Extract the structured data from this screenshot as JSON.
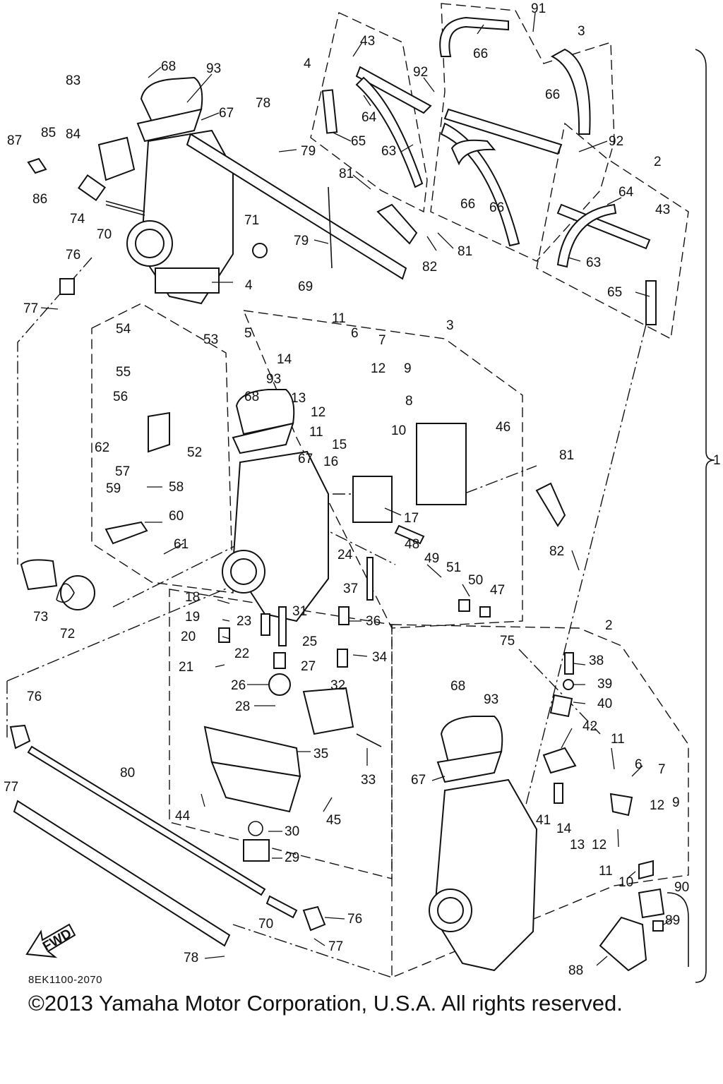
{
  "diagram_code": "8EK1100-2070",
  "copyright": "©2013 Yamaha Motor Corporation, U.S.A. All rights reserved.",
  "fwd_label": "FWD",
  "callouts": [
    {
      "id": "c91",
      "text": "91"
    },
    {
      "id": "c3a",
      "text": "3"
    },
    {
      "id": "c66a",
      "text": "66"
    },
    {
      "id": "c66b",
      "text": "66"
    },
    {
      "id": "c43a",
      "text": "43"
    },
    {
      "id": "c4a",
      "text": "4"
    },
    {
      "id": "c92a",
      "text": "92"
    },
    {
      "id": "c64a",
      "text": "64"
    },
    {
      "id": "c65a",
      "text": "65"
    },
    {
      "id": "c63a",
      "text": "63"
    },
    {
      "id": "c92b",
      "text": "92"
    },
    {
      "id": "c2a",
      "text": "2"
    },
    {
      "id": "c81a",
      "text": "81"
    },
    {
      "id": "c66c",
      "text": "66"
    },
    {
      "id": "c66d",
      "text": "66"
    },
    {
      "id": "c64b",
      "text": "64"
    },
    {
      "id": "c43b",
      "text": "43"
    },
    {
      "id": "c81b",
      "text": "81"
    },
    {
      "id": "c82a",
      "text": "82"
    },
    {
      "id": "c63b",
      "text": "63"
    },
    {
      "id": "c65b",
      "text": "65"
    },
    {
      "id": "c68a",
      "text": "68"
    },
    {
      "id": "c93a",
      "text": "93"
    },
    {
      "id": "c83",
      "text": "83"
    },
    {
      "id": "c67a",
      "text": "67"
    },
    {
      "id": "c78a",
      "text": "78"
    },
    {
      "id": "c79a",
      "text": "79"
    },
    {
      "id": "c87",
      "text": "87"
    },
    {
      "id": "c85",
      "text": "85"
    },
    {
      "id": "c84",
      "text": "84"
    },
    {
      "id": "c86",
      "text": "86"
    },
    {
      "id": "c74",
      "text": "74"
    },
    {
      "id": "c70a",
      "text": "70"
    },
    {
      "id": "c71",
      "text": "71"
    },
    {
      "id": "c79b",
      "text": "79"
    },
    {
      "id": "c76a",
      "text": "76"
    },
    {
      "id": "c4b",
      "text": "4"
    },
    {
      "id": "c77a",
      "text": "77"
    },
    {
      "id": "c69",
      "text": "69"
    },
    {
      "id": "c11a",
      "text": "11"
    },
    {
      "id": "c3b",
      "text": "3"
    },
    {
      "id": "c5",
      "text": "5"
    },
    {
      "id": "c6a",
      "text": "6"
    },
    {
      "id": "c7a",
      "text": "7"
    },
    {
      "id": "c54",
      "text": "54"
    },
    {
      "id": "c53",
      "text": "53"
    },
    {
      "id": "c14a",
      "text": "14"
    },
    {
      "id": "c12a",
      "text": "12"
    },
    {
      "id": "c9a",
      "text": "9"
    },
    {
      "id": "c55",
      "text": "55"
    },
    {
      "id": "c93b",
      "text": "93"
    },
    {
      "id": "c13a",
      "text": "13"
    },
    {
      "id": "c56",
      "text": "56"
    },
    {
      "id": "c68b",
      "text": "68"
    },
    {
      "id": "c12b",
      "text": "12"
    },
    {
      "id": "c8",
      "text": "8"
    },
    {
      "id": "c11b",
      "text": "11"
    },
    {
      "id": "c10a",
      "text": "10"
    },
    {
      "id": "c46",
      "text": "46"
    },
    {
      "id": "c62",
      "text": "62"
    },
    {
      "id": "c52",
      "text": "52"
    },
    {
      "id": "c15",
      "text": "15"
    },
    {
      "id": "c67b",
      "text": "67"
    },
    {
      "id": "c16",
      "text": "16"
    },
    {
      "id": "c81c",
      "text": "81"
    },
    {
      "id": "c1",
      "text": "1"
    },
    {
      "id": "c57",
      "text": "57"
    },
    {
      "id": "c59",
      "text": "59"
    },
    {
      "id": "c58",
      "text": "58"
    },
    {
      "id": "c60",
      "text": "60"
    },
    {
      "id": "c17",
      "text": "17"
    },
    {
      "id": "c61",
      "text": "61"
    },
    {
      "id": "c82b",
      "text": "82"
    },
    {
      "id": "c24",
      "text": "24"
    },
    {
      "id": "c48",
      "text": "48"
    },
    {
      "id": "c49",
      "text": "49"
    },
    {
      "id": "c51",
      "text": "51"
    },
    {
      "id": "c50",
      "text": "50"
    },
    {
      "id": "c47",
      "text": "47"
    },
    {
      "id": "c18",
      "text": "18"
    },
    {
      "id": "c37",
      "text": "37"
    },
    {
      "id": "c19",
      "text": "19"
    },
    {
      "id": "c23",
      "text": "23"
    },
    {
      "id": "c31",
      "text": "31"
    },
    {
      "id": "c36",
      "text": "36"
    },
    {
      "id": "c73",
      "text": "73"
    },
    {
      "id": "c72",
      "text": "72"
    },
    {
      "id": "c20",
      "text": "20"
    },
    {
      "id": "c2b",
      "text": "2"
    },
    {
      "id": "c25",
      "text": "25"
    },
    {
      "id": "c75",
      "text": "75"
    },
    {
      "id": "c38",
      "text": "38"
    },
    {
      "id": "c22",
      "text": "22"
    },
    {
      "id": "c34",
      "text": "34"
    },
    {
      "id": "c21",
      "text": "21"
    },
    {
      "id": "c27",
      "text": "27"
    },
    {
      "id": "c39",
      "text": "39"
    },
    {
      "id": "c26",
      "text": "26"
    },
    {
      "id": "c32",
      "text": "32"
    },
    {
      "id": "c68c",
      "text": "68"
    },
    {
      "id": "c93c",
      "text": "93"
    },
    {
      "id": "c40",
      "text": "40"
    },
    {
      "id": "c76b",
      "text": "76"
    },
    {
      "id": "c28",
      "text": "28"
    },
    {
      "id": "c42",
      "text": "42"
    },
    {
      "id": "c35",
      "text": "35"
    },
    {
      "id": "c11c",
      "text": "11"
    },
    {
      "id": "c6b",
      "text": "6"
    },
    {
      "id": "c7b",
      "text": "7"
    },
    {
      "id": "c80",
      "text": "80"
    },
    {
      "id": "c33",
      "text": "33"
    },
    {
      "id": "c67c",
      "text": "67"
    },
    {
      "id": "c77b",
      "text": "77"
    },
    {
      "id": "c12c",
      "text": "12"
    },
    {
      "id": "c9b",
      "text": "9"
    },
    {
      "id": "c41",
      "text": "41"
    },
    {
      "id": "c14b",
      "text": "14"
    },
    {
      "id": "c13b",
      "text": "13"
    },
    {
      "id": "c12d",
      "text": "12"
    },
    {
      "id": "c44",
      "text": "44"
    },
    {
      "id": "c45",
      "text": "45"
    },
    {
      "id": "c30",
      "text": "30"
    },
    {
      "id": "c11d",
      "text": "11"
    },
    {
      "id": "c29",
      "text": "29"
    },
    {
      "id": "c10b",
      "text": "10"
    },
    {
      "id": "c90",
      "text": "90"
    },
    {
      "id": "c70b",
      "text": "70"
    },
    {
      "id": "c76c",
      "text": "76"
    },
    {
      "id": "c89",
      "text": "89"
    },
    {
      "id": "c77c",
      "text": "77"
    },
    {
      "id": "c78b",
      "text": "78"
    },
    {
      "id": "c88",
      "text": "88"
    }
  ]
}
